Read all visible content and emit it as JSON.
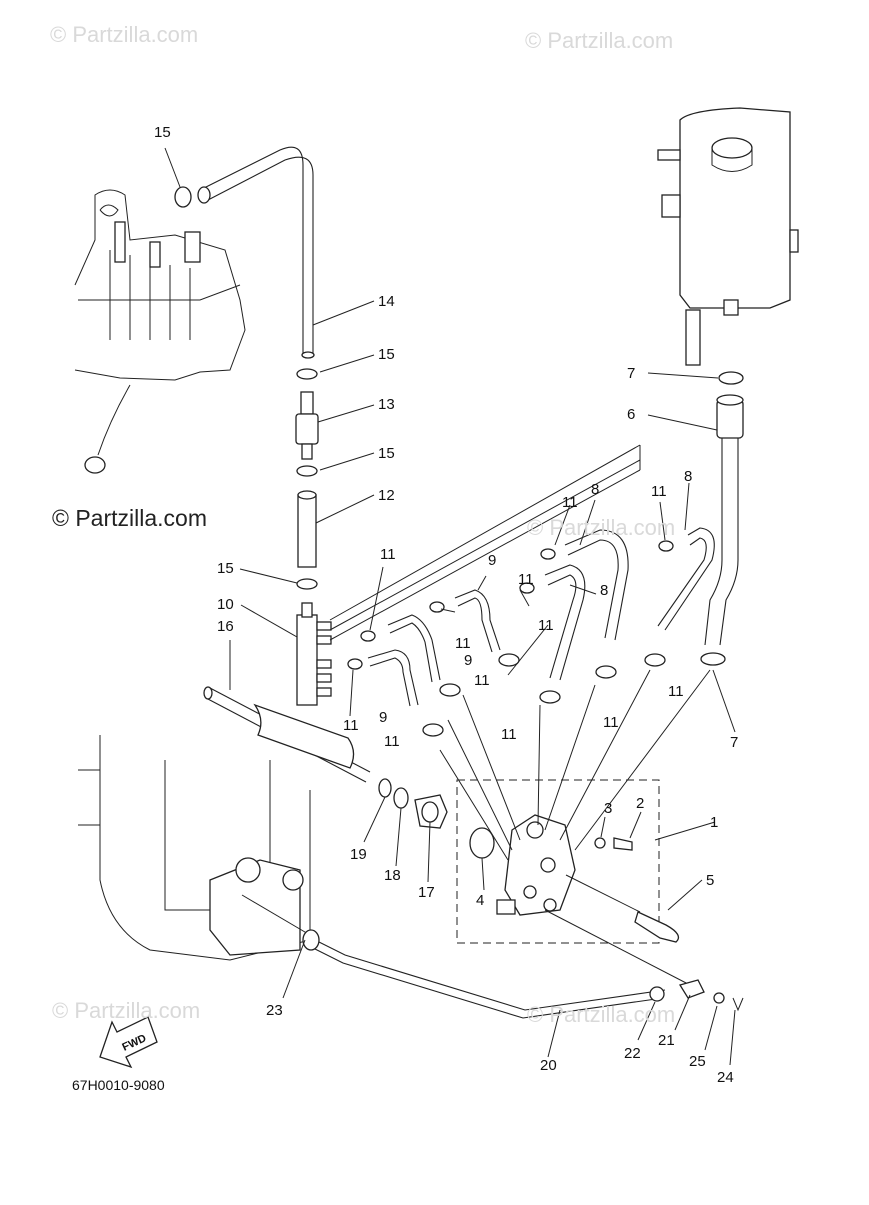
{
  "watermarks": [
    "© Partzilla.com",
    "© Partzilla.com",
    "© Partzilla.com",
    "© Partzilla.com",
    "© Partzilla.com",
    "© Partzilla.com"
  ],
  "diagram_code": "67H0010-9080",
  "fwd_label": "FWD",
  "callouts": [
    "15",
    "14",
    "15",
    "13",
    "15",
    "12",
    "15",
    "10",
    "16",
    "11",
    "11",
    "11",
    "11",
    "11",
    "11",
    "11",
    "11",
    "11",
    "11",
    "11",
    "11",
    "9",
    "9",
    "9",
    "8",
    "8",
    "8",
    "7",
    "6",
    "7",
    "1",
    "2",
    "3",
    "4",
    "5",
    "17",
    "18",
    "19",
    "20",
    "21",
    "22",
    "23",
    "24",
    "25"
  ]
}
